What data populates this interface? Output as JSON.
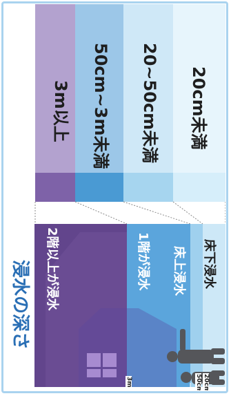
{
  "title": "浸水の深さ",
  "depth_levels": [
    {
      "label": "3m以上",
      "color": "#7e62a8",
      "band_color": "#b3a2cf"
    },
    {
      "label": "50cm~3m未満",
      "color": "#4a9ad3",
      "band_color": "#9cc7e8"
    },
    {
      "label": "20~50cm未満",
      "color": "#a6d5ef",
      "band_color": "#cfe8f7"
    },
    {
      "label": "20cm未満",
      "color": "#d6eefa",
      "band_color": "#e7f5fc"
    }
  ],
  "illustration": {
    "zone_labels": [
      "2階以上が浸水",
      "1階が浸水",
      "床上浸水",
      "床下浸水"
    ],
    "scale_labels": [
      "3m",
      "50cm",
      "20cm"
    ]
  },
  "colors": {
    "title": "#2a6fb5",
    "frame": "#a9d3ef",
    "house": "#6a4c93",
    "person": "#55565a"
  }
}
